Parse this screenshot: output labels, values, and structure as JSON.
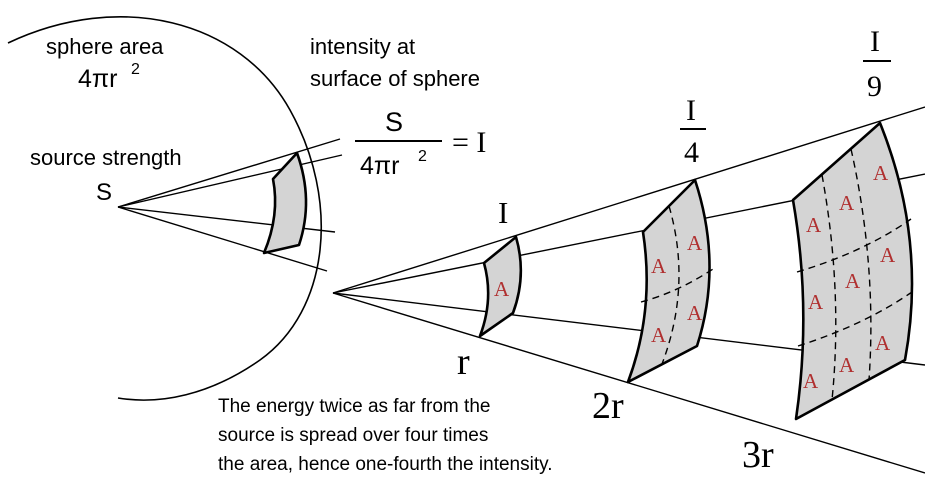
{
  "labels": {
    "sphere_area_line1": "sphere area",
    "sphere_area_formula": "4πr",
    "sphere_area_exp": "2",
    "intensity_line1": "intensity at",
    "intensity_line2": "surface of sphere",
    "fraction_num": "S",
    "fraction_den": "4πr",
    "fraction_den_exp": "2",
    "equals_I": "= I",
    "source_strength": "source strength",
    "source_S": "S",
    "intensity_1": "I",
    "intensity_4_num": "I",
    "intensity_4_den": "4",
    "intensity_9_num": "I",
    "intensity_9_den": "9",
    "dist_r": "r",
    "dist_2r": "2r",
    "dist_3r": "3r",
    "area_cell": "A",
    "caption_line1": "The energy twice as far from the",
    "caption_line2": "source is spread over four times",
    "caption_line3": "the area, hence one-fourth the intensity."
  },
  "colors": {
    "patch_fill": "#d4d4d4",
    "area_label": "#b03030",
    "line": "#000000"
  }
}
